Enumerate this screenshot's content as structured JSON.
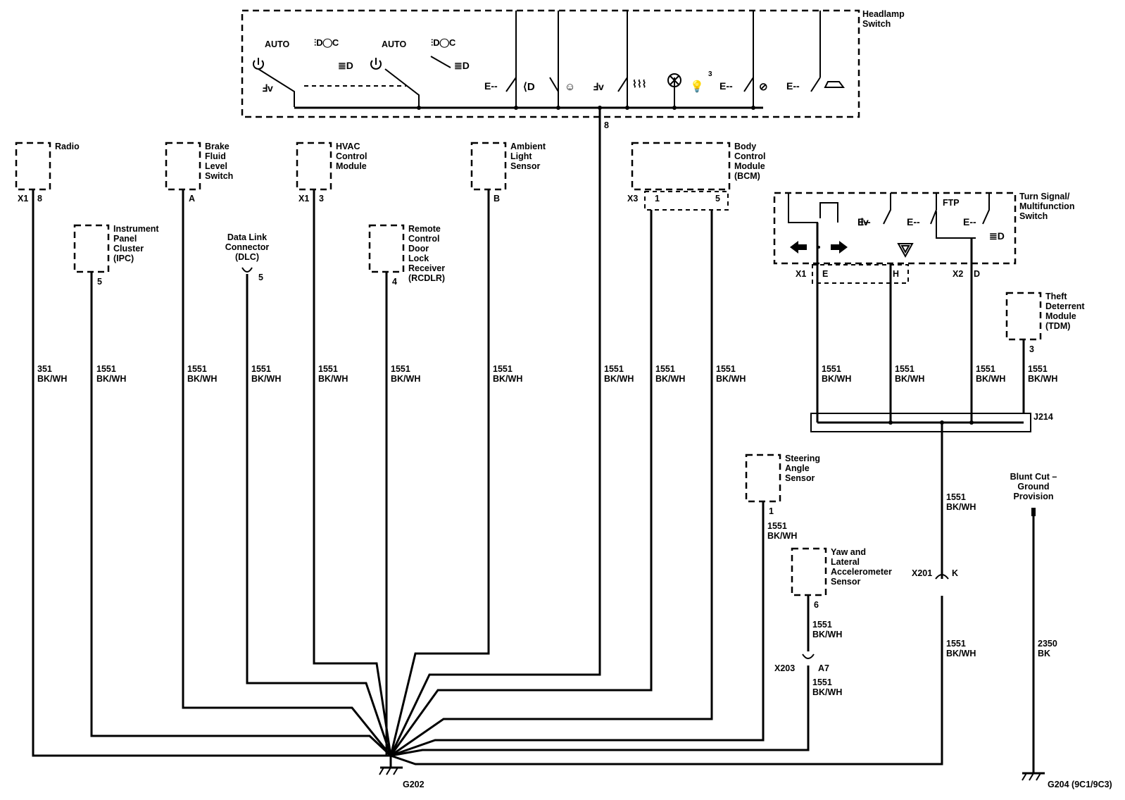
{
  "headlamp_switch": {
    "label_line1": "Headlamp",
    "label_line2": "Switch",
    "auto_label_1": "AUTO",
    "auto_label_2": "AUTO",
    "pin": "8",
    "icons": [
      "power-icon",
      "headlamp-icon",
      "parking-lamp-icon",
      "fog-lamp-icon",
      "dimmer-icon",
      "dome-lamp-icon",
      "cargo-lamp-icon",
      "bulb-icon",
      "pedestrian-icon",
      "trunk-icon"
    ],
    "bulb_superscript": "3"
  },
  "components": {
    "radio": {
      "name": "Radio",
      "connector": "X1",
      "pin": "8"
    },
    "brake_fluid": {
      "line1": "Brake",
      "line2": "Fluid",
      "line3": "Level",
      "line4": "Switch",
      "pin": "A"
    },
    "hvac": {
      "line1": "HVAC",
      "line2": "Control",
      "line3": "Module",
      "connector": "X1",
      "pin": "3"
    },
    "ambient": {
      "line1": "Ambient",
      "line2": "Light",
      "line3": "Sensor",
      "pin": "B"
    },
    "bcm": {
      "line1": "Body",
      "line2": "Control",
      "line3": "Module",
      "line4": "(BCM)",
      "connector": "X3",
      "pin1": "1",
      "pin5": "5"
    },
    "ipc": {
      "line1": "Instrument",
      "line2": "Panel",
      "line3": "Cluster",
      "line4": "(IPC)",
      "pin": "5"
    },
    "dlc": {
      "line1": "Data Link",
      "line2": "Connector",
      "line3": "(DLC)",
      "pin": "5"
    },
    "rcdlr": {
      "line1": "Remote",
      "line2": "Control",
      "line3": "Door",
      "line4": "Lock",
      "line5": "Receiver",
      "line6": "(RCDLR)",
      "pin": "4"
    },
    "turn_signal": {
      "line1": "Turn Signal/",
      "line2": "Multifunction",
      "line3": "Switch",
      "connector_x1": "X1",
      "pin_e": "E",
      "pin_h": "H",
      "connector_x2": "X2",
      "pin_d": "D",
      "ftp": "FTP"
    },
    "tdm": {
      "line1": "Theft",
      "line2": "Deterrent",
      "line3": "Module",
      "line4": "(TDM)",
      "pin": "3"
    },
    "steering": {
      "line1": "Steering",
      "line2": "Angle",
      "line3": "Sensor",
      "pin": "1"
    },
    "yaw": {
      "line1": "Yaw and",
      "line2": "Lateral",
      "line3": "Accelerometer",
      "line4": "Sensor",
      "pin": "6"
    },
    "blunt_cut": {
      "line1": "Blunt Cut –",
      "line2": "Ground",
      "line3": "Provision"
    }
  },
  "wires": {
    "radio": {
      "circuit": "351",
      "color": "BK/WH"
    },
    "ipc": {
      "circuit": "1551",
      "color": "BK/WH"
    },
    "brake": {
      "circuit": "1551",
      "color": "BK/WH"
    },
    "dlc": {
      "circuit": "1551",
      "color": "BK/WH"
    },
    "hvac": {
      "circuit": "1551",
      "color": "BK/WH"
    },
    "rcdlr": {
      "circuit": "1551",
      "color": "BK/WH"
    },
    "ambient": {
      "circuit": "1551",
      "color": "BK/WH"
    },
    "headlamp": {
      "circuit": "1551",
      "color": "BK/WH"
    },
    "bcm1": {
      "circuit": "1551",
      "color": "BK/WH"
    },
    "bcm5": {
      "circuit": "1551",
      "color": "BK/WH"
    },
    "ts_e": {
      "circuit": "1551",
      "color": "BK/WH"
    },
    "ts_h": {
      "circuit": "1551",
      "color": "BK/WH"
    },
    "ts_d": {
      "circuit": "1551",
      "color": "BK/WH"
    },
    "tdm": {
      "circuit": "1551",
      "color": "BK/WH"
    },
    "j214_out": {
      "circuit": "1551",
      "color": "BK/WH"
    },
    "x201_out": {
      "circuit": "1551",
      "color": "BK/WH"
    },
    "steering": {
      "circuit": "1551",
      "color": "BK/WH"
    },
    "yaw": {
      "circuit": "1551",
      "color": "BK/WH"
    },
    "x203_out": {
      "circuit": "1551",
      "color": "BK/WH"
    },
    "blunt": {
      "circuit": "2350",
      "color": "BK"
    }
  },
  "connectors": {
    "j214": "J214",
    "x201": "X201",
    "x201_pin": "K",
    "x203": "X203",
    "x203_pin": "A7"
  },
  "grounds": {
    "g202": "G202",
    "g204": "G204 (9C1/9C3)"
  }
}
